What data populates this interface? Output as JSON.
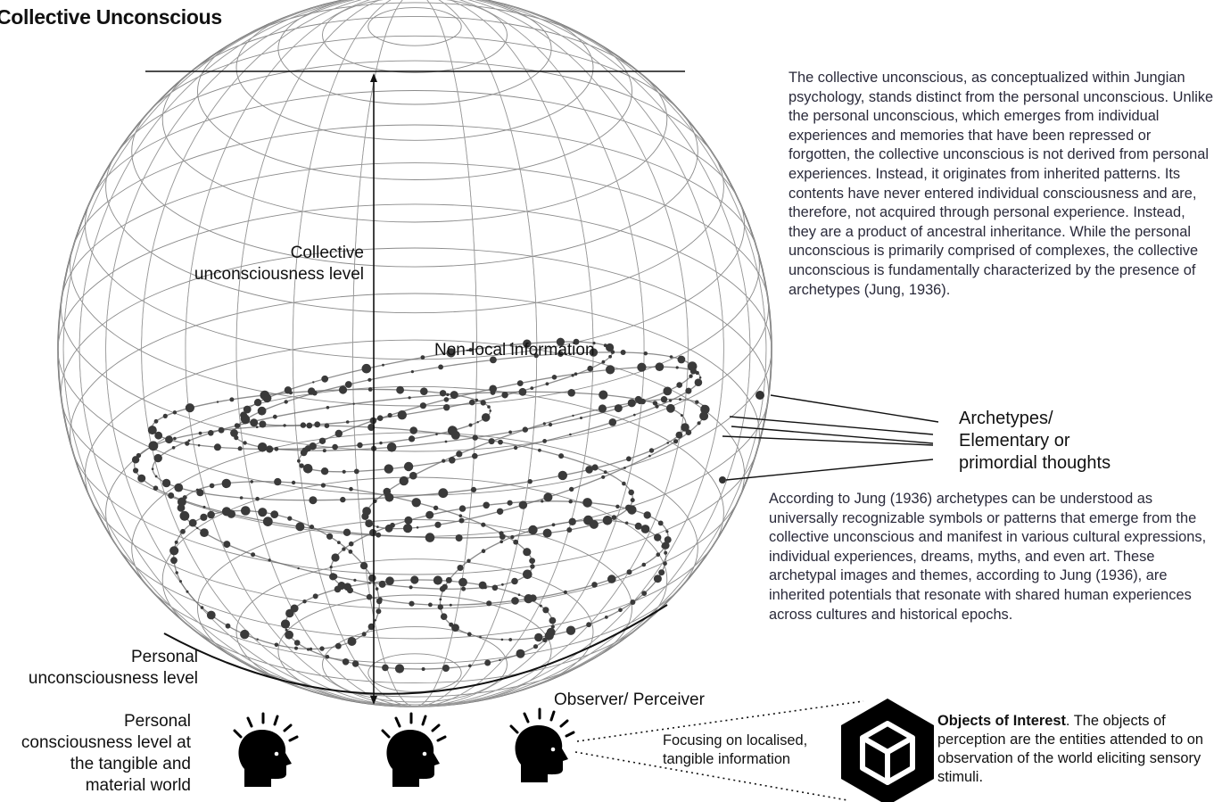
{
  "title": "Collective Unconscious",
  "description_top": "The collective unconscious, as conceptualized within Jungian psychology, stands distinct from the personal unconscious. Unlike the personal unconscious, which emerges from individual experiences and memories that have been repressed or forgotten, the collective unconscious is not derived from personal experiences. Instead, it originates from inherited patterns. Its contents have never entered individual consciousness and are, therefore, not acquired through personal experience. Instead, they are a product of ancestral inheritance. While the personal unconscious is primarily comprised of complexes, the collective unconscious is fundamentally characterized by the presence of archetypes (Jung, 1936).",
  "description_archetypes": "According to Jung (1936) archetypes can be understood as universally recognizable symbols or patterns that emerge from the collective unconscious and manifest in various cultural expressions, individual experiences, dreams, myths, and even art. These archetypal images and themes, according to Jung (1936), are inherited potentials that resonate with shared human experiences across cultures and historical epochs.",
  "labels": {
    "collective_level_line1": "Collective",
    "collective_level_line2": "unconsciousness level",
    "non_local": "Non-local information",
    "archetypes_line1": "Archetypes/",
    "archetypes_line2": "Elementary or",
    "archetypes_line3": "primordial thoughts",
    "personal_unc_line1": "Personal",
    "personal_unc_line2": "unconsciousness level",
    "observer": "Observer/ Perceiver",
    "personal_con_line1": "Personal",
    "personal_con_line2": "consciousness level at",
    "personal_con_line3": "the tangible and",
    "personal_con_line4": "material  world",
    "focus_line1": "Focusing on localised,",
    "focus_line2": "tangible information"
  },
  "objects": {
    "heading": "Objects of Interest",
    "text": ". The objects of perception are the entities attended to on observation of the world eliciting sensory stimuli."
  },
  "icons": [
    "sphere-wireframe",
    "head-icon",
    "cube-icon"
  ]
}
